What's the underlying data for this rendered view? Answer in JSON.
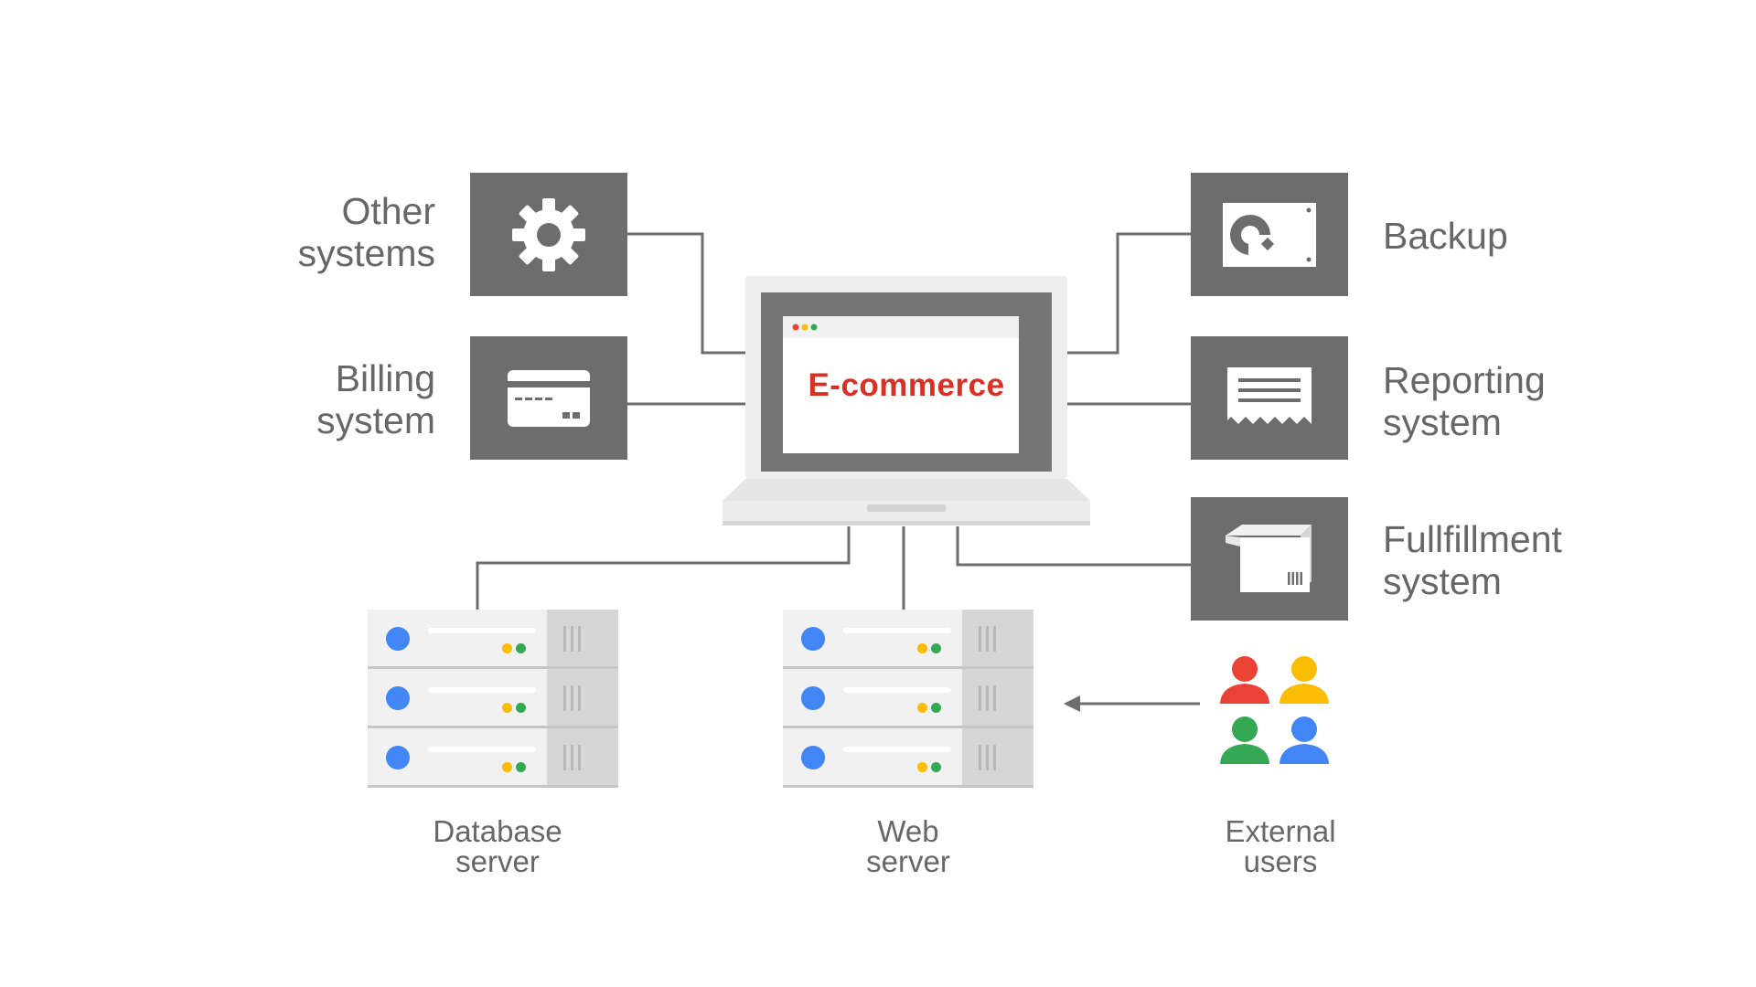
{
  "center": {
    "title": "E-commerce"
  },
  "left_systems": [
    {
      "lines": [
        "Other",
        "systems"
      ],
      "icon": "gear-icon"
    },
    {
      "lines": [
        "Billing",
        "system"
      ],
      "icon": "credit-card-icon"
    }
  ],
  "right_systems": [
    {
      "lines": [
        "Backup"
      ],
      "icon": "hard-drive-icon"
    },
    {
      "lines": [
        "Reporting",
        "system"
      ],
      "icon": "receipt-icon"
    },
    {
      "lines": [
        "Fullfillment",
        "system"
      ],
      "icon": "package-box-icon"
    }
  ],
  "bottom_nodes": {
    "database": {
      "lines": [
        "Database",
        "server"
      ],
      "icon": "server-rack-icon"
    },
    "web": {
      "lines": [
        "Web",
        "server"
      ],
      "icon": "server-rack-icon"
    },
    "users": {
      "lines": [
        "External",
        "users"
      ],
      "icon": "users-group-icon"
    }
  },
  "colors": {
    "tile": "#6d6d6d",
    "connector": "#6d6d6d",
    "label": "#676767",
    "accent_red": "#d93025",
    "google_red": "#ea4335",
    "google_yellow": "#fbbc04",
    "google_green": "#34a853",
    "google_blue": "#4285f4"
  }
}
